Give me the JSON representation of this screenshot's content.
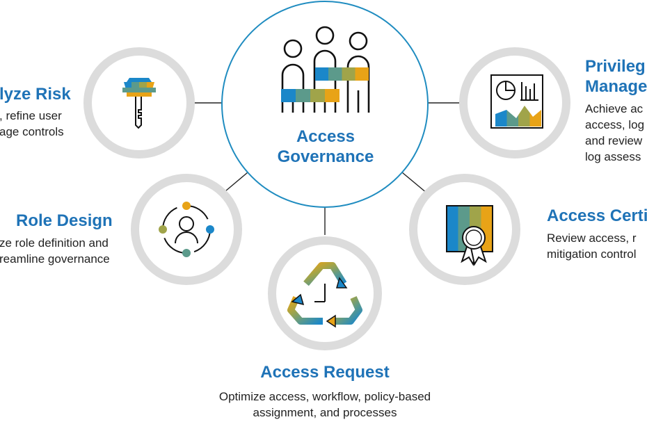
{
  "center": {
    "line1": "Access",
    "line2": "Governance"
  },
  "nodes": {
    "analyze_risk": {
      "title": "lyze Risk",
      "desc1": ", refine user",
      "desc2": "age controls"
    },
    "role_design": {
      "title": "Role Design",
      "desc1": "ze role definition and",
      "desc2": "reamline governance"
    },
    "access_request": {
      "title": "Access Request",
      "desc1": "Optimize access, workflow, policy-based",
      "desc2": "assignment, and processes"
    },
    "access_cert": {
      "title": "Access Certi",
      "desc1": "Review access, r",
      "desc2": "mitigation control"
    },
    "privileged": {
      "title1": "Privileg",
      "title2": "Manage",
      "desc1": "Achieve ac",
      "desc2": "access, log",
      "desc3": "and review",
      "desc4": "log assess"
    }
  },
  "icons": {
    "center": "people-group-icon",
    "analyze_risk": "key-icon",
    "privileged": "dashboard-charts-icon",
    "role_design": "role-person-cycle-icon",
    "access_cert": "certificate-ribbon-icon",
    "access_request": "recycle-arrows-icon"
  },
  "colors": {
    "brand_blue": "#1f73b7",
    "ring_gray": "#dcdcdc",
    "blue": "#1b87c9",
    "teal": "#5c9a8b",
    "olive": "#a0a44a",
    "gold": "#e8a317"
  }
}
